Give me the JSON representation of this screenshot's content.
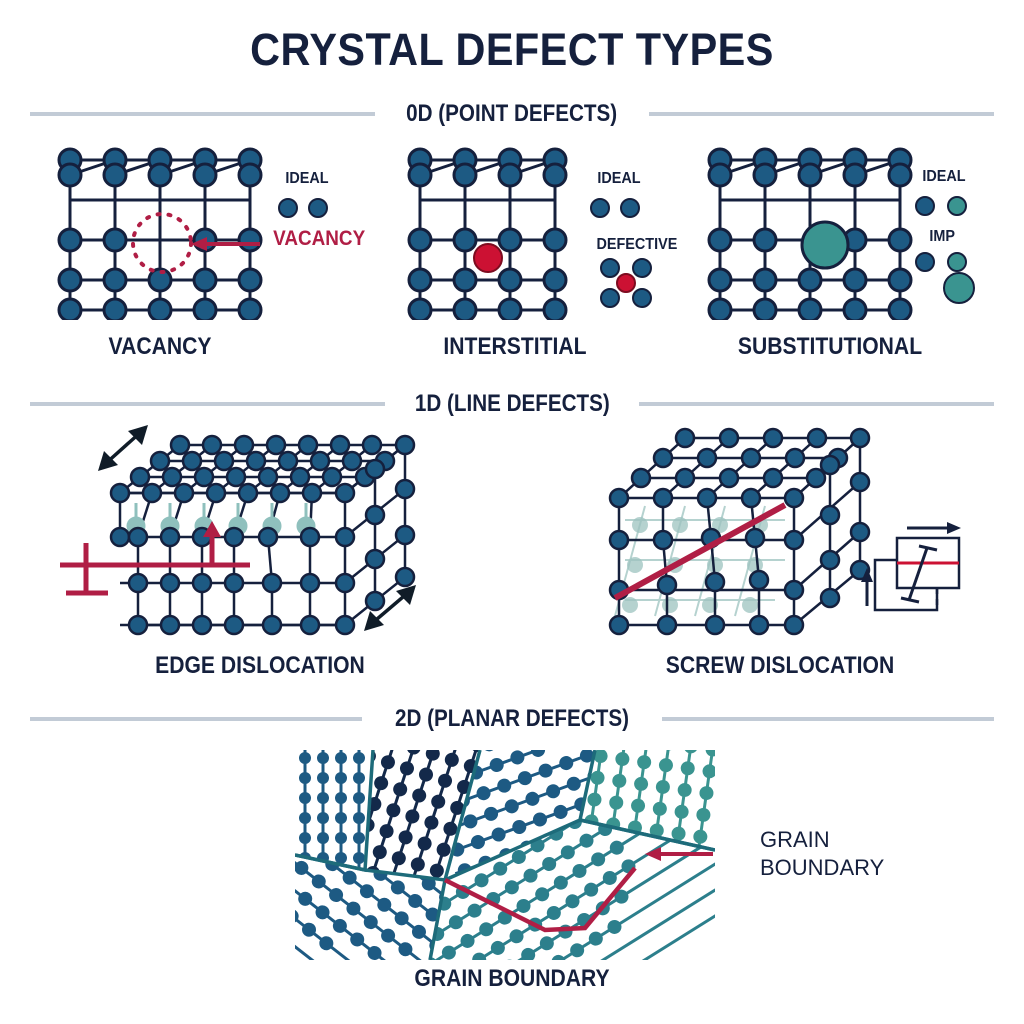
{
  "poster": {
    "title": "CRYSTAL DEFECT TYPES",
    "background": "#ffffff"
  },
  "colors": {
    "ink": "#15203d",
    "atom_blue": "#1d5a83",
    "atom_outline": "#15203d",
    "atom_teal": "#3a9490",
    "atom_teal_light": "#8fc0bd",
    "defect_red": "#cc1133",
    "accent_crimson": "#b01e45",
    "rule_grey": "#c2cbd6",
    "grain_dark": "#13294a",
    "grain_mid": "#1d5a83",
    "grain_teal": "#3a9490"
  },
  "sections": [
    {
      "id": "0d",
      "label": "0D (POINT DEFECTS)"
    },
    {
      "id": "1d",
      "label": "1D (LINE DEFECTS)"
    },
    {
      "id": "2d",
      "label": "2D (PLANAR DEFECTS)"
    }
  ],
  "panels": {
    "vacancy": {
      "caption": "VACANCY",
      "callout": "VACANCY",
      "legend": [
        {
          "label": "IDEAL",
          "swatches": [
            "atom_blue",
            "atom_blue"
          ]
        }
      ],
      "lattice": {
        "cols": 5,
        "rows": 5,
        "missing": [
          2,
          2
        ]
      }
    },
    "interstitial": {
      "caption": "INTERSTITIAL",
      "legend": [
        {
          "label": "IDEAL",
          "swatches": [
            "atom_blue",
            "atom_blue"
          ]
        },
        {
          "label": "DEFECTIVE",
          "swatches": [
            "atom_blue",
            "atom_blue",
            "defect_red",
            "atom_blue",
            "atom_blue"
          ]
        }
      ],
      "lattice": {
        "cols": 5,
        "rows": 5,
        "interstitial_at": [
          1.5,
          1.5
        ]
      }
    },
    "substitutional": {
      "caption": "SUBSTITUTIONAL",
      "legend": [
        {
          "label": "IDEAL",
          "swatches": [
            "atom_blue",
            "atom_teal"
          ]
        },
        {
          "label": "IMP",
          "swatches": [
            "atom_blue",
            "atom_teal",
            "atom_teal"
          ]
        }
      ],
      "lattice": {
        "cols": 5,
        "rows": 5,
        "substituted": [
          2,
          2
        ]
      }
    },
    "edge_dislocation": {
      "caption": "EDGE DISLOCATION",
      "symbol": "perpendicular-tee",
      "arrows": [
        "double-headed-upper-left",
        "double-headed-lower-right",
        "up-arrow-red"
      ]
    },
    "screw_dislocation": {
      "caption": "SCREW DISLOCATION",
      "inset": {
        "slip_line_color": "defect_red",
        "arrows": [
          "up-arrow",
          "right-arrow"
        ]
      }
    },
    "grain_boundary": {
      "caption": "GRAIN BOUNDARY",
      "annotation_lines": [
        "GRAIN",
        "BOUNDARY"
      ],
      "grains": 7
    }
  }
}
